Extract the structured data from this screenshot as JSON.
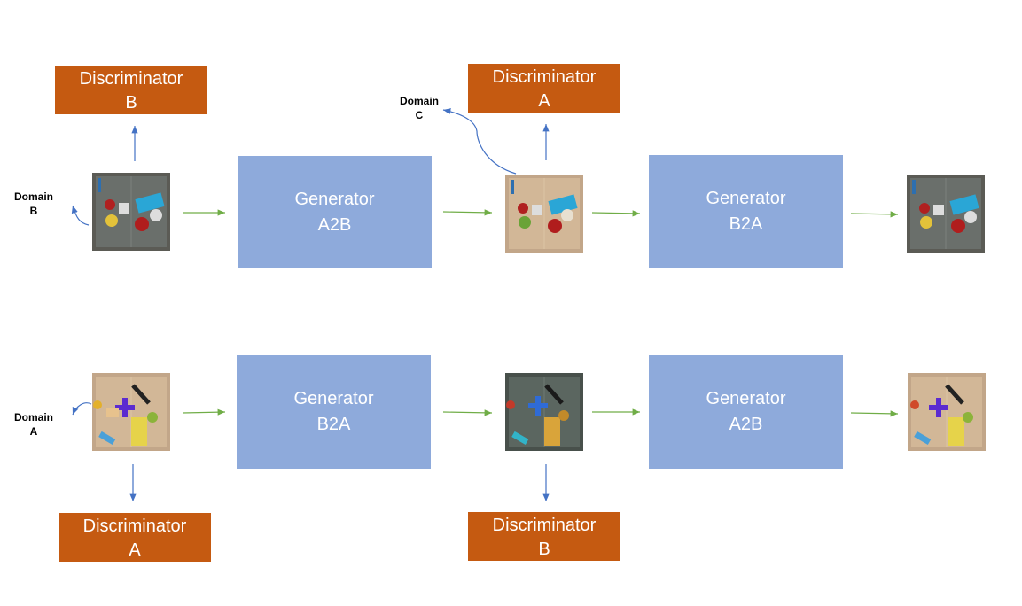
{
  "row1": {
    "discriminator_left": {
      "line1": "Discriminator",
      "line2": "B"
    },
    "discriminator_mid": {
      "line1": "Discriminator",
      "line2": "A"
    },
    "generator_1": {
      "line1": "Generator",
      "line2": "A2B"
    },
    "generator_2": {
      "line1": "Generator",
      "line2": "B2A"
    },
    "domain_input": {
      "line1": "Domain",
      "line2": "B"
    },
    "domain_mid": {
      "line1": "Domain",
      "line2": "C"
    }
  },
  "row2": {
    "discriminator_left": {
      "line1": "Discriminator",
      "line2": "A"
    },
    "discriminator_mid": {
      "line1": "Discriminator",
      "line2": "B"
    },
    "generator_1": {
      "line1": "Generator",
      "line2": "B2A"
    },
    "generator_2": {
      "line1": "Generator",
      "line2": "A2B"
    },
    "domain_input": {
      "line1": "Domain",
      "line2": "A"
    }
  },
  "colors": {
    "discriminator": "#c55a11",
    "generator": "#8eaadb",
    "flow_arrow": "#70ad47",
    "disc_arrow": "#4472c4"
  },
  "icons": {
    "scene_image": "tabletop-objects-photo"
  }
}
